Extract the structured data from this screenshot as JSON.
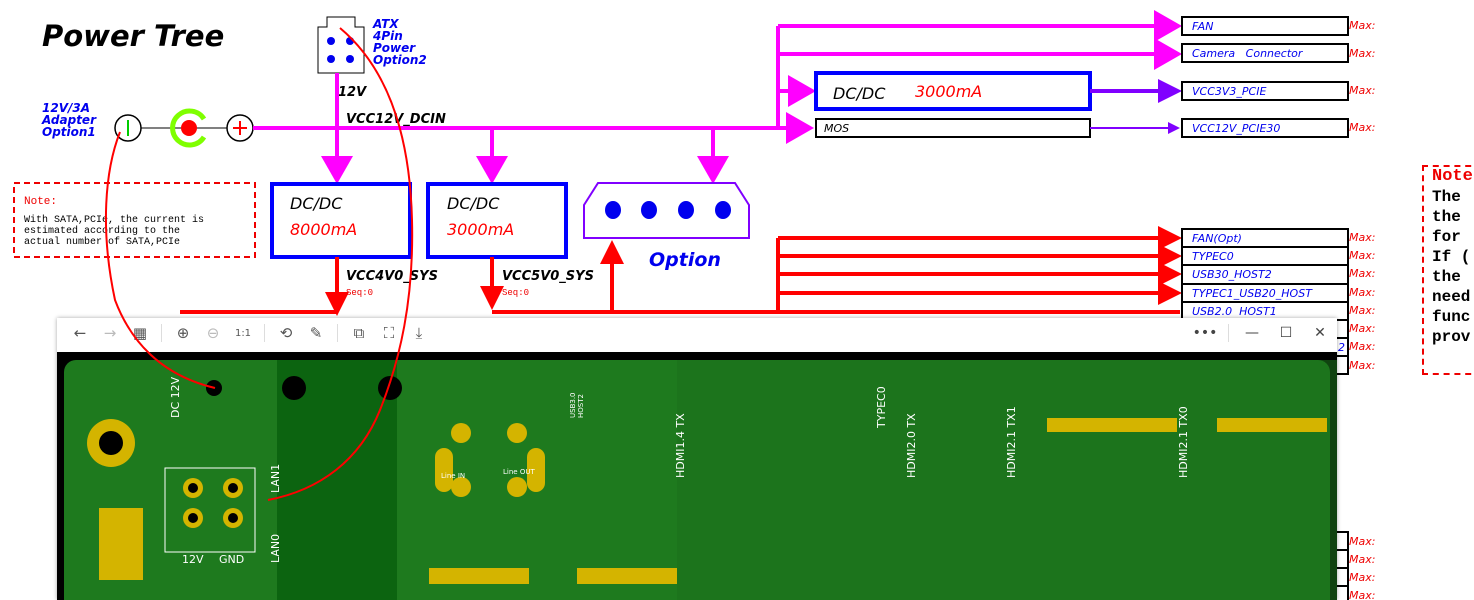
{
  "title": "Power Tree",
  "inputs": {
    "adapter": [
      "12V/3A",
      "Adapter",
      "Option1"
    ],
    "atx": [
      "ATX",
      "4Pin",
      "Power",
      "Option2"
    ],
    "atx_rail": "12V",
    "main_rail": "VCC12V_DCIN"
  },
  "note_left": {
    "heading": "Note:",
    "lines": [
      "With SATA,PCIe, the current is",
      "estimated according to the",
      "actual number of SATA,PCIe"
    ]
  },
  "converters": [
    {
      "label": "DC/DC",
      "current": "8000mA",
      "output": "VCC4V0_SYS",
      "seq": "Seq:0"
    },
    {
      "label": "DC/DC",
      "current": "3000mA",
      "output": "VCC5V0_SYS",
      "seq": "Seq:0"
    },
    {
      "label": "DC/DC",
      "current": "3000mA"
    }
  ],
  "mos_label": "MOS",
  "option_label": "Option",
  "loads_top": [
    "FAN",
    "Camera   Connector",
    "VCC3V3_PCIE",
    "VCC12V_PCIE30"
  ],
  "loads_bottom": [
    "FAN(Opt)",
    "TYPEC0",
    "USB30_HOST2",
    "TYPEC1_USB20_HOST",
    "USB2.0  HOST1",
    "",
    "2",
    ""
  ],
  "max_label": "Max:",
  "note_right": {
    "heading": "Note",
    "lines": [
      "The",
      "the",
      "for",
      "If (",
      "the",
      "need",
      "func",
      "prov"
    ]
  },
  "colors": {
    "rail12v": "#ff00ff",
    "rail_sys": "#ff0000",
    "box": "#0000ff",
    "pcie": "#8000ff",
    "pcb": "#1e7a1e",
    "copper": "#d4b400"
  },
  "viewer": {
    "toolbar": [
      {
        "icon": "back-arrow-icon",
        "glyph": "←"
      },
      {
        "icon": "forward-arrow-icon",
        "glyph": "→"
      },
      {
        "icon": "grid-icon",
        "glyph": "▦"
      },
      {
        "icon": "zoom-in-icon",
        "glyph": "⊕"
      },
      {
        "icon": "zoom-out-icon",
        "glyph": "⊖"
      },
      {
        "icon": "actual-size-icon",
        "glyph": "1:1"
      },
      {
        "icon": "rotate-icon",
        "glyph": "⟲"
      },
      {
        "icon": "edit-icon",
        "glyph": "✎"
      },
      {
        "icon": "translate-icon",
        "glyph": "⧉"
      },
      {
        "icon": "crop-icon",
        "glyph": "⛶"
      },
      {
        "icon": "save-icon",
        "glyph": "⤓"
      }
    ],
    "more": "•••",
    "minimize": "—",
    "maximize": "☐",
    "close": "✕"
  },
  "pcb_labels": [
    "DC 12V",
    "LAN1",
    "LAN0",
    "12V",
    "GND",
    "USB3.0",
    "HOST2",
    "HDMI1.4 TX",
    "TYPEC0",
    "HDMI2.0 TX",
    "HDMI2.1 TX1",
    "HDMI2.1 TX0",
    "Line IN",
    "Line OUT"
  ]
}
